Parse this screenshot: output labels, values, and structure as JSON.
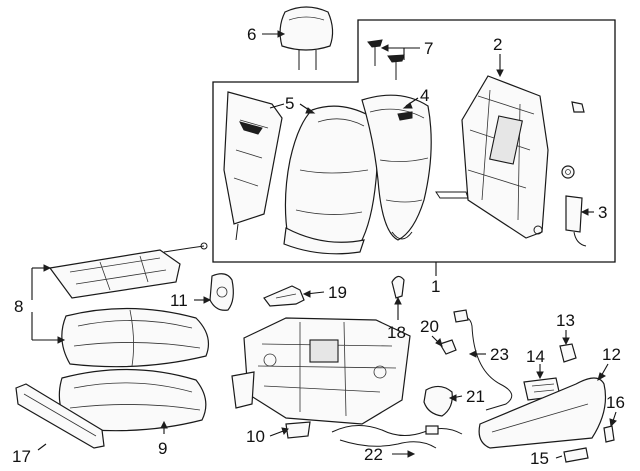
{
  "diagram": {
    "callouts": [
      {
        "id": "c1",
        "text": "1"
      },
      {
        "id": "c2",
        "text": "2"
      },
      {
        "id": "c3",
        "text": "3"
      },
      {
        "id": "c4",
        "text": "4"
      },
      {
        "id": "c5",
        "text": "5"
      },
      {
        "id": "c6",
        "text": "6"
      },
      {
        "id": "c7",
        "text": "7"
      },
      {
        "id": "c8",
        "text": "8"
      },
      {
        "id": "c9",
        "text": "9"
      },
      {
        "id": "c10",
        "text": "10"
      },
      {
        "id": "c11",
        "text": "11"
      },
      {
        "id": "c12",
        "text": "12"
      },
      {
        "id": "c13",
        "text": "13"
      },
      {
        "id": "c14",
        "text": "14"
      },
      {
        "id": "c15",
        "text": "15"
      },
      {
        "id": "c16",
        "text": "16"
      },
      {
        "id": "c17",
        "text": "17"
      },
      {
        "id": "c19",
        "text": "19"
      },
      {
        "id": "c18",
        "text": "18"
      },
      {
        "id": "c20",
        "text": "20"
      },
      {
        "id": "c21",
        "text": "21"
      },
      {
        "id": "c22",
        "text": "22"
      },
      {
        "id": "c23",
        "text": "23"
      }
    ]
  }
}
